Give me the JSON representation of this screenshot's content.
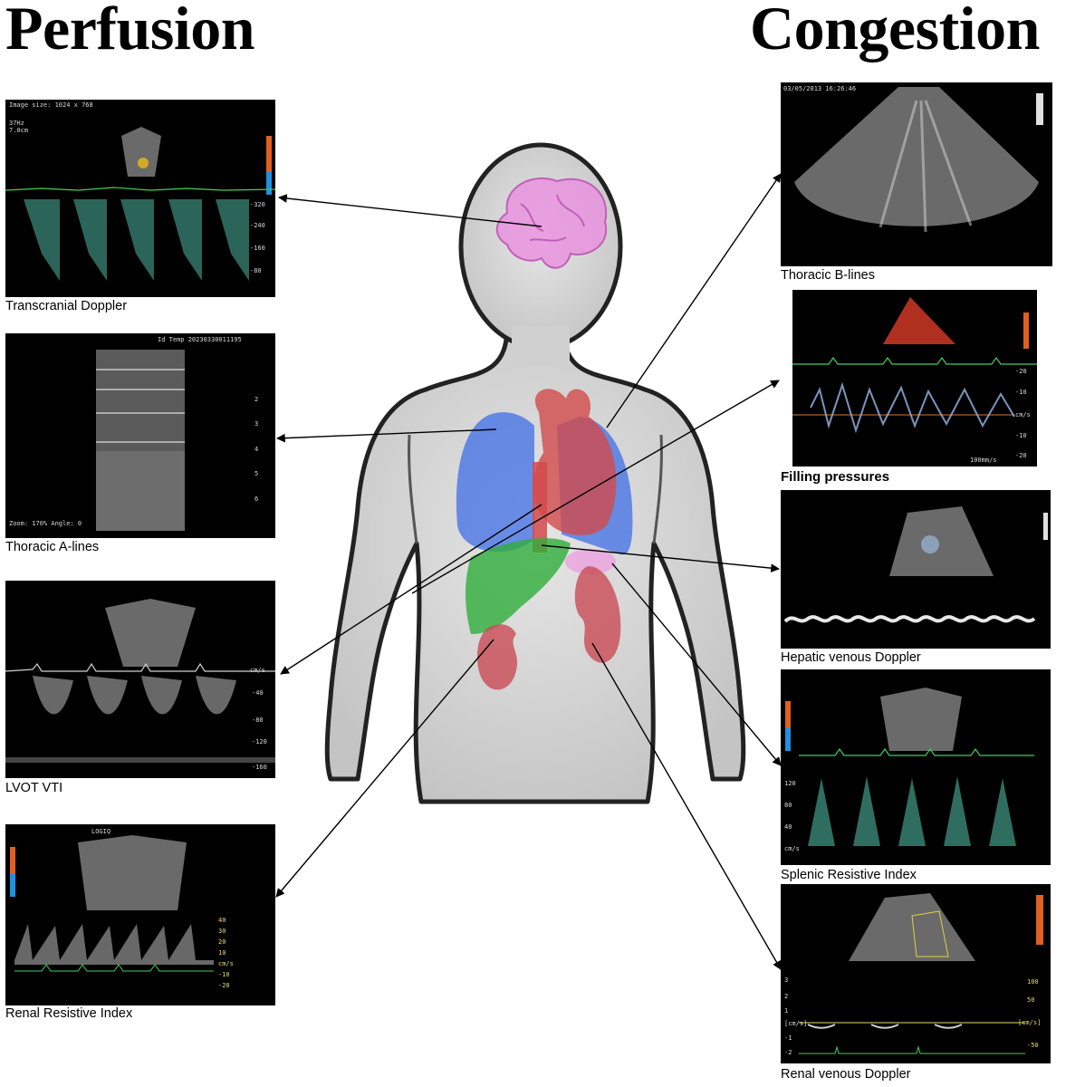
{
  "headings": {
    "perfusion": "Perfusion",
    "congestion": "Congestion"
  },
  "perfusion_panels": [
    {
      "caption": "Transcranial Doppler",
      "organ": "brain"
    },
    {
      "caption": "Thoracic A-lines",
      "organ": "lung"
    },
    {
      "caption": "LVOT VTI",
      "organ": "heart"
    },
    {
      "caption": "Renal Resistive Index",
      "organ": "kidney"
    }
  ],
  "congestion_panels": [
    {
      "caption": "Thoracic B-lines",
      "organ": "lung"
    },
    {
      "caption": "Filling pressures",
      "organ": "heart"
    },
    {
      "caption": "Hepatic venous Doppler",
      "organ": "liver"
    },
    {
      "caption": "Splenic Resistive Index",
      "organ": "spleen"
    },
    {
      "caption": "Renal venous Doppler",
      "organ": "kidney"
    }
  ],
  "colors": {
    "brain": "#e88fe0",
    "lung": "#3f6fe6",
    "heart": "#d24a4a",
    "liver": "#2fae3a",
    "kidney": "#c94b55",
    "body": "#d6d6d6",
    "body_outline": "#2a2a2a",
    "doppler": "#4fb6a0",
    "ecg": "#3fcf5f"
  },
  "ultrasound_text": {
    "tcd_header": "Image size: 1024 x 768",
    "tcd_freq": "37Hz",
    "tcd_depth": "7.0cm",
    "tcd_scale": [
      "-320",
      "-240",
      "-160",
      "-80"
    ],
    "aline_header": "Id Temp 20230330011195",
    "aline_scale": [
      "2",
      "3",
      "4",
      "5",
      "6"
    ],
    "aline_footer": "Zoom: 170% Angle: 0",
    "lvot_scale": [
      "cm/s",
      "-40",
      "-80",
      "-120",
      "-160"
    ],
    "rri_scale": [
      "40",
      "30",
      "20",
      "10",
      "cm/s",
      "-10",
      "-20"
    ],
    "rri_logo": "LOGIQ",
    "bline_date": "03/05/2013 16:26:46",
    "filling_scale": [
      "-20",
      "-10",
      "cm/s",
      "-10",
      "-20"
    ],
    "filling_speed": "100mm/s",
    "sri_scale": [
      "120",
      "80",
      "40",
      "cm/s"
    ],
    "rvd_scale": [
      "100",
      "50",
      "[cm/s]",
      "-50"
    ],
    "rvd_left": [
      "3",
      "2",
      "1",
      "[cm/s]",
      "-1",
      "-2"
    ]
  }
}
